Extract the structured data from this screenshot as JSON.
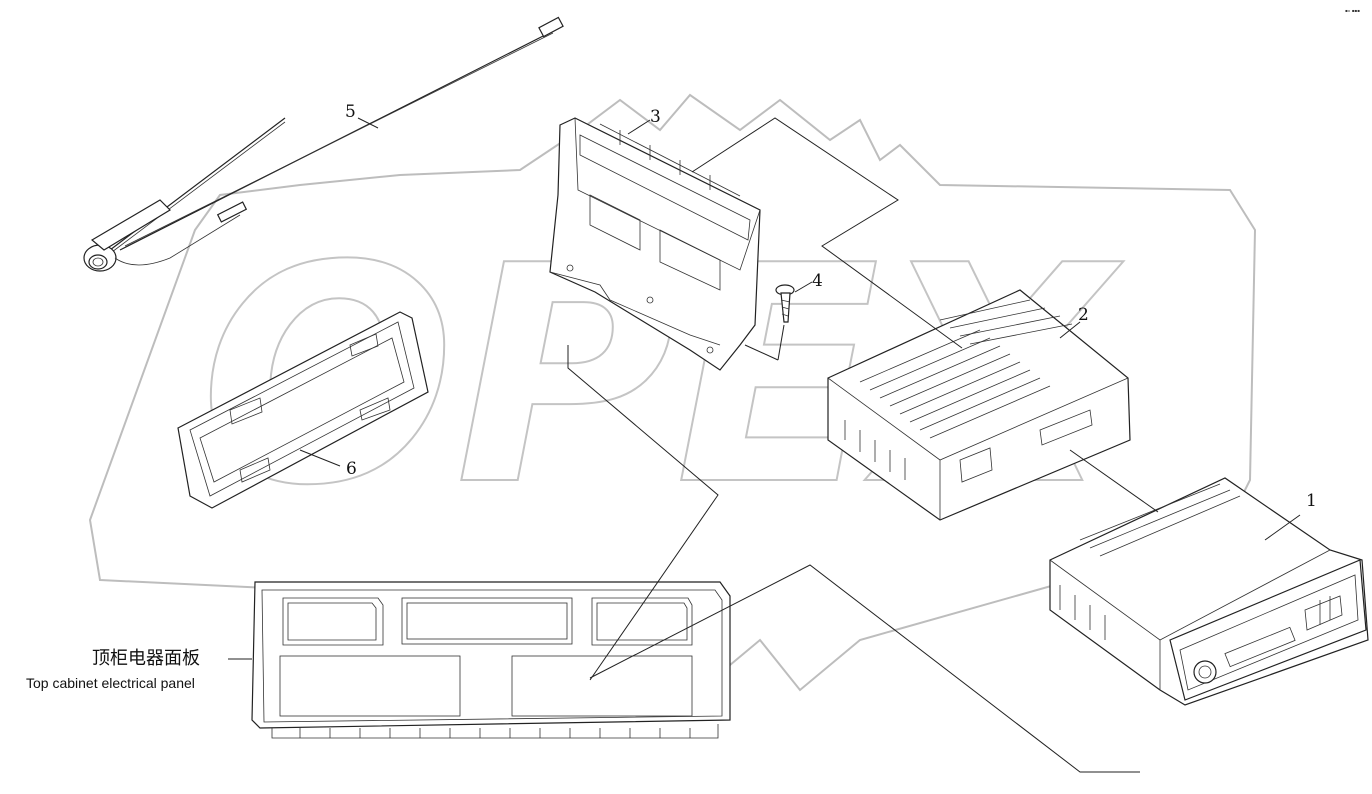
{
  "callouts": {
    "c1": "1",
    "c2": "2",
    "c3": "3",
    "c4": "4",
    "c5": "5",
    "c6": "6"
  },
  "panel_label": {
    "chinese": "顶柜电器面板",
    "english": "Top cabinet electrical panel"
  },
  "watermark": {
    "logo_text": "OPEX",
    "corner_mark": "▪▫ ▪▪▪"
  },
  "colors": {
    "line": "#222222",
    "watermark": "#bdbdbd",
    "background": "#ffffff"
  }
}
